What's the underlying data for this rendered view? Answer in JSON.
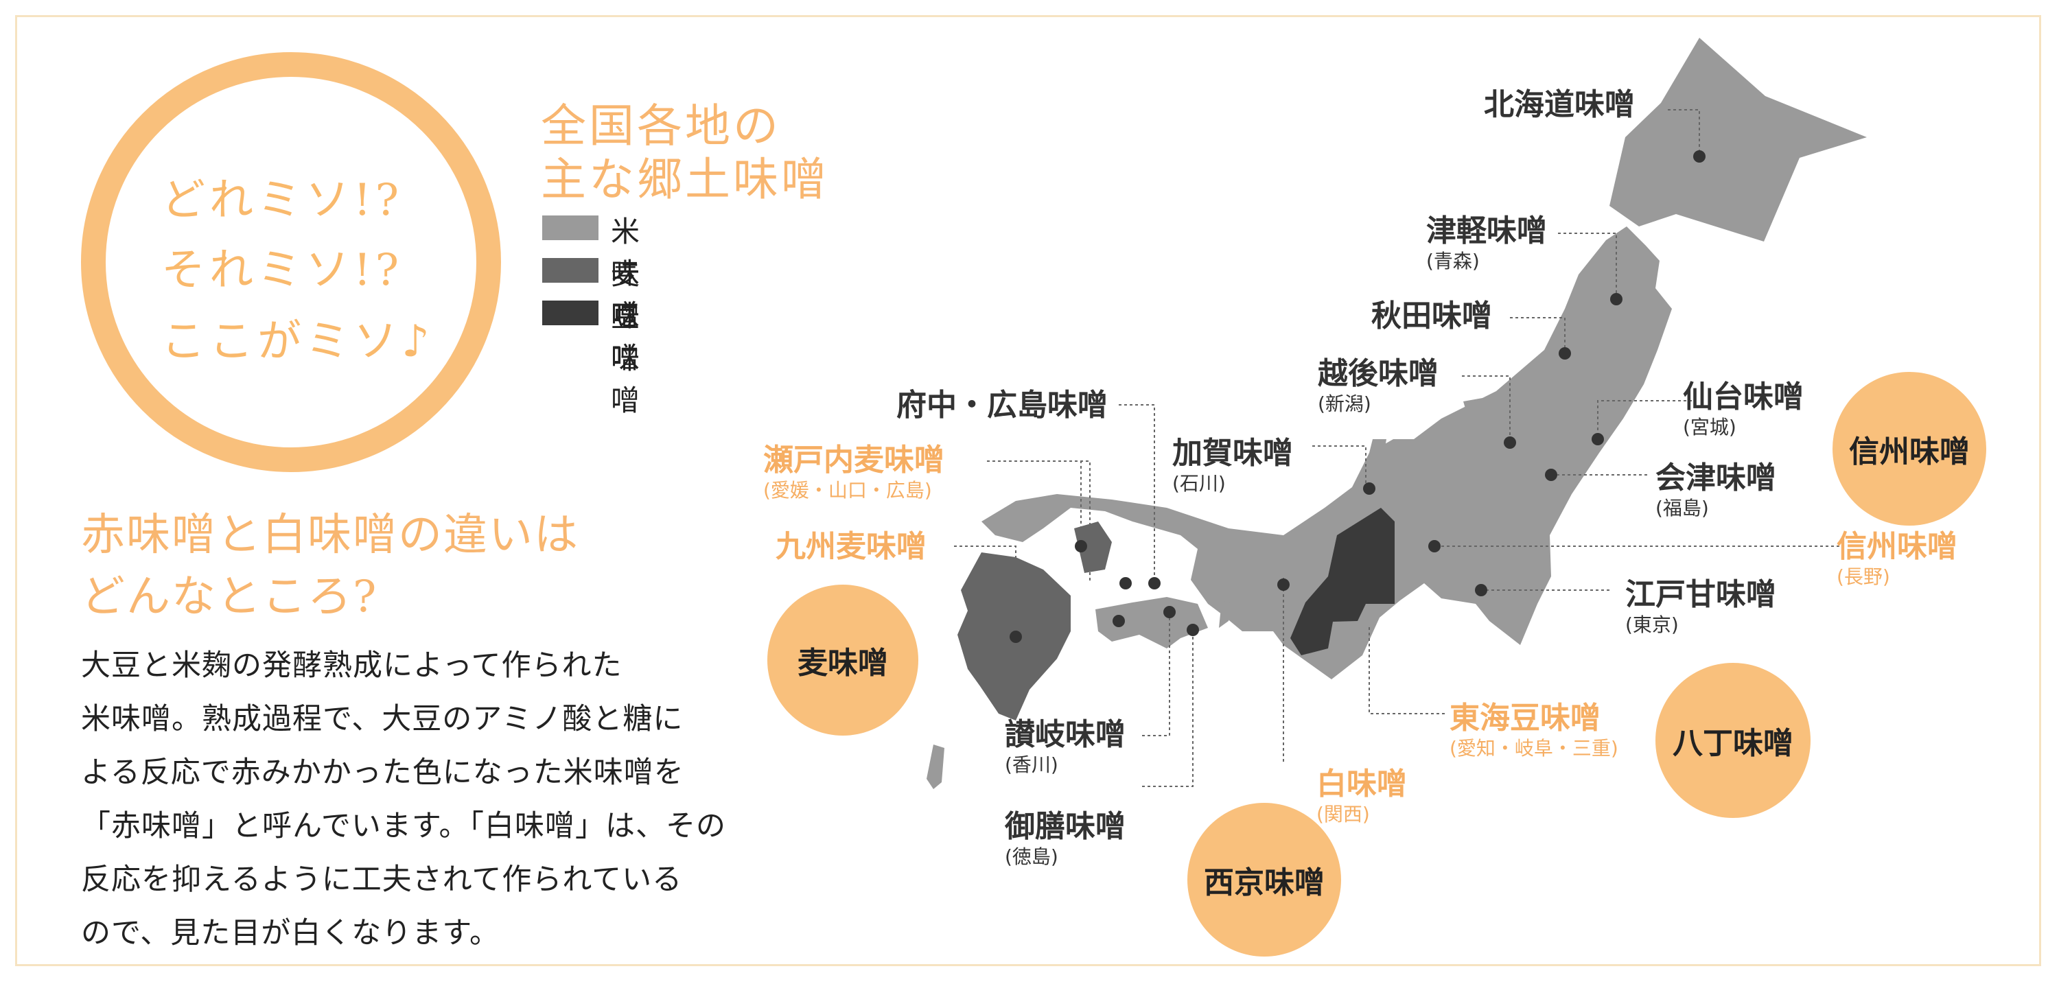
{
  "intro": {
    "circle_lines": [
      "どれミソ!?",
      "それミソ!?",
      "ここがミソ♪"
    ]
  },
  "legend": {
    "title_lines": [
      "全国各地の",
      "主な郷土味噌"
    ],
    "items": [
      {
        "label": "米味噌",
        "color": "#9a9a9a"
      },
      {
        "label": "麦味噌",
        "color": "#666666"
      },
      {
        "label": "豆味噌",
        "color": "#3a3a3a"
      }
    ]
  },
  "article": {
    "heading_lines": [
      "赤味噌と白味噌の違いは",
      "どんなところ?"
    ],
    "body_lines": [
      "大豆と米麹の発酵熟成によって作られた",
      "米味噌。熟成過程で、大豆のアミノ酸と糖に",
      "よる反応で赤みかかった色になった米味噌を",
      "「赤味噌」と呼んでいます。「白味噌」は、その",
      "反応を抑えるように工夫されて作られている",
      "ので、見た目が白くなります。"
    ]
  },
  "map": {
    "colors": {
      "rice": "#9a9a9a",
      "barley": "#666666",
      "bean": "#3a3a3a",
      "accent": "#f9c07c",
      "accent_text": "#f6ae63"
    },
    "labels": {
      "hokkaido": {
        "name": "北海道味噌",
        "place": ""
      },
      "tsugaru": {
        "name": "津軽味噌",
        "place": "(青森)"
      },
      "akita": {
        "name": "秋田味噌",
        "place": ""
      },
      "echigo": {
        "name": "越後味噌",
        "place": "(新潟)"
      },
      "sendai": {
        "name": "仙台味噌",
        "place": "(宮城)"
      },
      "aizu": {
        "name": "会津味噌",
        "place": "(福島)"
      },
      "shinshu": {
        "name": "信州味噌",
        "place": "(長野)"
      },
      "edo": {
        "name": "江戸甘味噌",
        "place": "(東京)"
      },
      "tokai": {
        "name": "東海豆味噌",
        "place": "(愛知・岐阜・三重)"
      },
      "shiro": {
        "name": "白味噌",
        "place": "(関西)"
      },
      "gozen": {
        "name": "御膳味噌",
        "place": "(徳島)"
      },
      "sanuki": {
        "name": "讃岐味噌",
        "place": "(香川)"
      },
      "kaga": {
        "name": "加賀味噌",
        "place": "(石川)"
      },
      "fuchu": {
        "name": "府中・広島味噌",
        "place": ""
      },
      "setouchi": {
        "name": "瀬戸内麦味噌",
        "place": "(愛媛・山口・広島)"
      },
      "kyushu": {
        "name": "九州麦味噌",
        "place": ""
      }
    },
    "badges": {
      "shinshu": "信州味噌",
      "mugi": "麦味噌",
      "hatcho": "八丁味噌",
      "saikyo": "西京味噌"
    }
  }
}
